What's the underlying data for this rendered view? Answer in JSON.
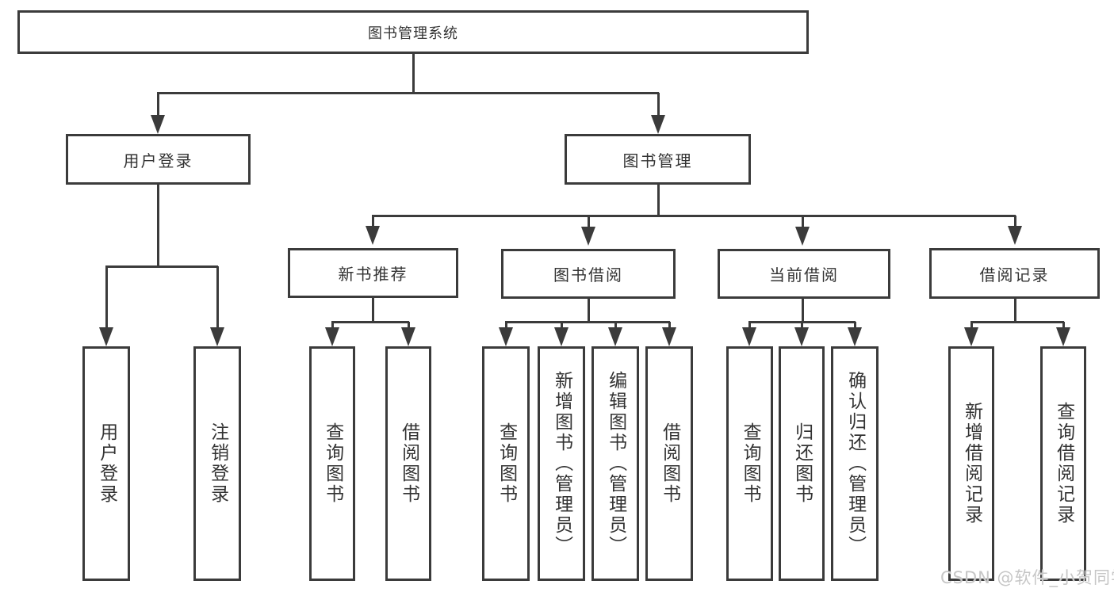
{
  "diagram": {
    "type": "hierarchy-tree",
    "root": {
      "label": "图书管理系统",
      "children": [
        {
          "label": "用户登录",
          "children": [
            {
              "label": "用户登录"
            },
            {
              "label": "注销登录"
            }
          ]
        },
        {
          "label": "图书管理",
          "children": [
            {
              "label": "新书推荐",
              "children": [
                {
                  "label": "查询图书"
                },
                {
                  "label": "借阅图书"
                }
              ]
            },
            {
              "label": "图书借阅",
              "children": [
                {
                  "label": "查询图书"
                },
                {
                  "label": "新增图书（管理员）"
                },
                {
                  "label": "编辑图书（管理员）"
                },
                {
                  "label": "借阅图书"
                }
              ]
            },
            {
              "label": "当前借阅",
              "children": [
                {
                  "label": "查询图书"
                },
                {
                  "label": "归还图书"
                },
                {
                  "label": "确认归还（管理员）"
                }
              ]
            },
            {
              "label": "借阅记录",
              "children": [
                {
                  "label": "新增借阅记录"
                },
                {
                  "label": "查询借阅记录"
                }
              ]
            }
          ]
        }
      ]
    }
  },
  "watermark": {
    "text": "CSDN @软件_小贺同学"
  },
  "colors": {
    "line": "#3b3b3b",
    "text": "#333333",
    "box_background": "#ffffff",
    "watermark": "#c6c6c6",
    "background": "#ffffff"
  }
}
